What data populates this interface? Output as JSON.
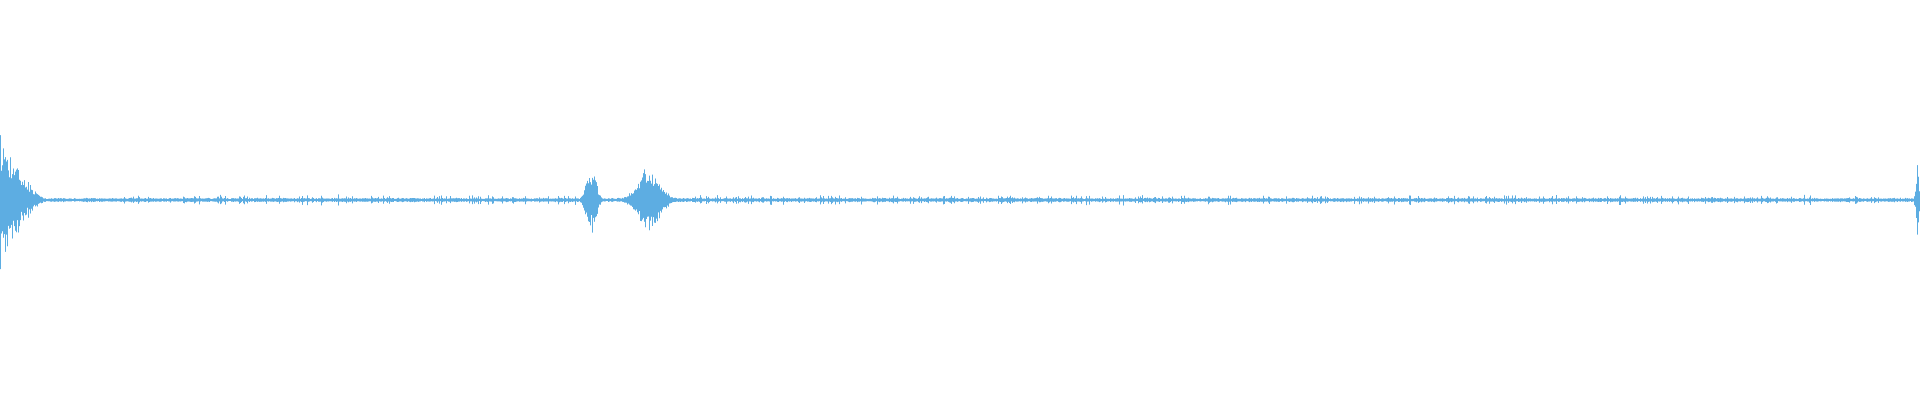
{
  "waveform": {
    "color": "#5dade2",
    "background": "#ffffff",
    "baseline_amplitude": 0.015,
    "max_amplitude": 1.0,
    "bursts": [
      {
        "name": "initial-attack",
        "position": 0.0,
        "width": 0.025,
        "amplitude": 1.0,
        "shape": "decay"
      },
      {
        "name": "mid-click",
        "position": 0.308,
        "width": 0.006,
        "amplitude": 0.52,
        "shape": "spike"
      },
      {
        "name": "mid-transient",
        "position": 0.338,
        "width": 0.018,
        "amplitude": 0.48,
        "shape": "swell"
      },
      {
        "name": "end-spike",
        "position": 0.999,
        "width": 0.002,
        "amplitude": 0.5,
        "shape": "spike"
      }
    ],
    "noise_regions": [
      {
        "start": 0.06,
        "end": 0.3,
        "amplitude": 0.045
      },
      {
        "start": 0.36,
        "end": 0.98,
        "amplitude": 0.04
      }
    ]
  }
}
